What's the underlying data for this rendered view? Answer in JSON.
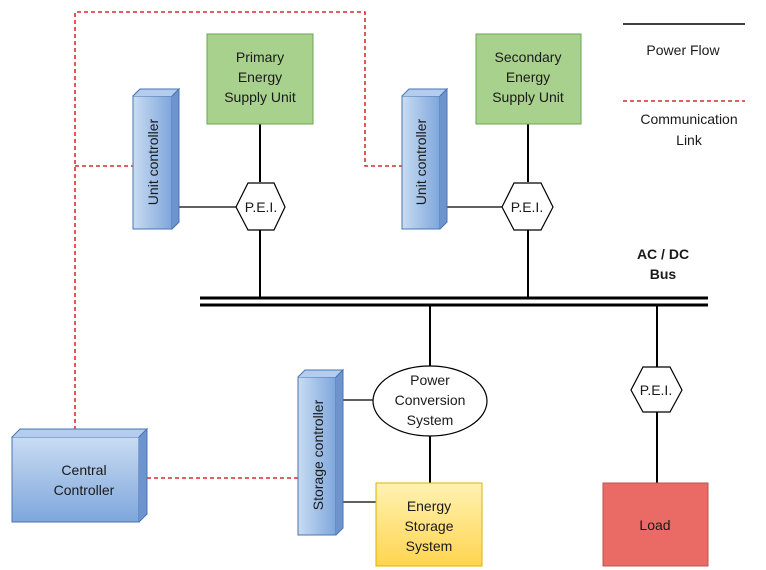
{
  "legend": {
    "power_flow": "Power Flow",
    "communication_line1": "Communication",
    "communication_line2": "Link"
  },
  "bus": {
    "line1": "AC / DC",
    "line2": "Bus"
  },
  "primary_supply": {
    "line1": "Primary",
    "line2": "Energy",
    "line3": "Supply Unit"
  },
  "secondary_supply": {
    "line1": "Secondary",
    "line2": "Energy",
    "line3": "Supply Unit"
  },
  "unit_controller_left": "Unit controller",
  "unit_controller_right": "Unit controller",
  "pei_primary": "P.E.I.",
  "pei_secondary": "P.E.I.",
  "pei_load": "P.E.I.",
  "power_conversion": {
    "line1": "Power",
    "line2": "Conversion",
    "line3": "System"
  },
  "storage_controller": "Storage controller",
  "central_controller": {
    "line1": "Central",
    "line2": "Controller"
  },
  "energy_storage": {
    "line1": "Energy",
    "line2": "Storage",
    "line3": "System"
  },
  "load": "Load",
  "colors": {
    "power_line": "#000000",
    "comm_link": "#cc0000",
    "supply_fill": "#a9d18e",
    "supply_stroke": "#6aa84f",
    "controller_fill": "#9dc3e6",
    "controller_stroke": "#5b86c5",
    "storage_fill": "#ffd966",
    "storage_stroke": "#e0b000",
    "load_fill": "#ea6b66",
    "load_stroke": "#b85450"
  }
}
